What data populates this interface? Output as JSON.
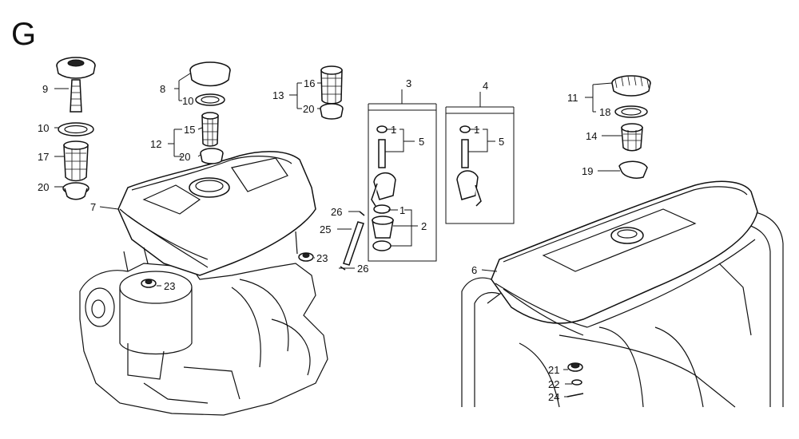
{
  "diagram": {
    "section_letter": "G",
    "labels": [
      {
        "id": "l9",
        "text": "9"
      },
      {
        "id": "l10a",
        "text": "10"
      },
      {
        "id": "l17",
        "text": "17"
      },
      {
        "id": "l20a",
        "text": "20"
      },
      {
        "id": "l7",
        "text": "7"
      },
      {
        "id": "l8",
        "text": "8"
      },
      {
        "id": "l10b",
        "text": "10"
      },
      {
        "id": "l12",
        "text": "12"
      },
      {
        "id": "l15",
        "text": "15"
      },
      {
        "id": "l20b",
        "text": "20"
      },
      {
        "id": "l13",
        "text": "13"
      },
      {
        "id": "l16",
        "text": "16"
      },
      {
        "id": "l20c",
        "text": "20"
      },
      {
        "id": "l23a",
        "text": "23"
      },
      {
        "id": "l23b",
        "text": "23"
      },
      {
        "id": "l3",
        "text": "3"
      },
      {
        "id": "l1a",
        "text": "1"
      },
      {
        "id": "l5a",
        "text": "5"
      },
      {
        "id": "l26a",
        "text": "26"
      },
      {
        "id": "l25",
        "text": "25"
      },
      {
        "id": "l1b",
        "text": "1"
      },
      {
        "id": "l2",
        "text": "2"
      },
      {
        "id": "l26b",
        "text": "26"
      },
      {
        "id": "l4",
        "text": "4"
      },
      {
        "id": "l1c",
        "text": "1"
      },
      {
        "id": "l5b",
        "text": "5"
      },
      {
        "id": "l11",
        "text": "11"
      },
      {
        "id": "l18",
        "text": "18"
      },
      {
        "id": "l14",
        "text": "14"
      },
      {
        "id": "l19",
        "text": "19"
      },
      {
        "id": "l6",
        "text": "6"
      },
      {
        "id": "l21",
        "text": "21"
      },
      {
        "id": "l22",
        "text": "22"
      },
      {
        "id": "l24",
        "text": "24"
      }
    ]
  }
}
